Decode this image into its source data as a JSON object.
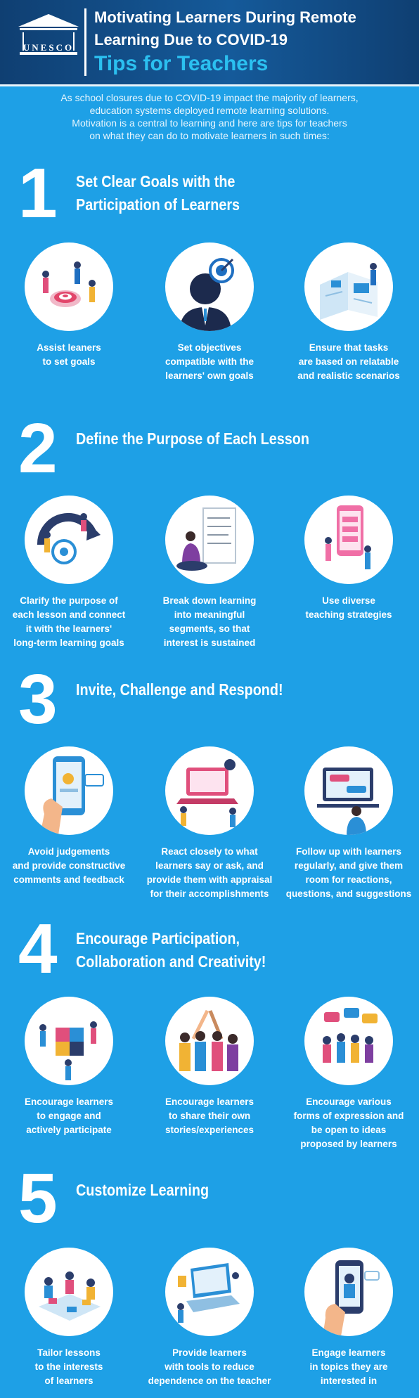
{
  "header": {
    "logo_text": "UNESCO",
    "title_line1": "Motivating Learners During Remote",
    "title_line2": "Learning Due to COVID-19",
    "subtitle": "Tips for Teachers"
  },
  "intro": [
    "As school closures due to COVID-19 impact the majority of learners,",
    "education systems deployed remote learning solutions.",
    "Motivation is a central to learning and here are tips for teachers",
    "on what they can do to motivate learners in such times:"
  ],
  "sections": [
    {
      "number": "1",
      "title": [
        "Set Clear Goals with the",
        "Participation of Learners"
      ],
      "items": [
        {
          "icon": "target-goals-icon",
          "caption": [
            "Assist leaners",
            "to set goals"
          ]
        },
        {
          "icon": "objective-person-icon",
          "caption": [
            "Set objectives",
            "compatible with the",
            "learners' own goals"
          ]
        },
        {
          "icon": "book-scenario-icon",
          "caption": [
            "Ensure that tasks",
            "are based on relatable",
            "and realistic scenarios"
          ]
        }
      ]
    },
    {
      "number": "2",
      "title": [
        "Define the Purpose of Each Lesson"
      ],
      "items": [
        {
          "icon": "goal-arrow-icon",
          "caption": [
            "Clarify the purpose of",
            "each lesson and connect",
            "it with the learners'",
            "long-term learning goals"
          ]
        },
        {
          "icon": "todo-list-icon",
          "caption": [
            "Break down learning",
            "into meaningful",
            "segments, so that",
            "interest is sustained"
          ]
        },
        {
          "icon": "strategy-phone-icon",
          "caption": [
            "Use diverse",
            "teaching strategies"
          ]
        }
      ]
    },
    {
      "number": "3",
      "title": [
        "Invite, Challenge and Respond!"
      ],
      "items": [
        {
          "icon": "phone-feedback-icon",
          "caption": [
            "Avoid judgements",
            "and provide constructive",
            "comments and feedback"
          ]
        },
        {
          "icon": "laptop-respond-icon",
          "caption": [
            "React closely to what",
            "learners say or ask, and",
            "provide them with appraisal",
            "for their accomplishments"
          ]
        },
        {
          "icon": "chat-followup-icon",
          "caption": [
            "Follow up with learners",
            "regularly, and give them",
            "room for reactions,",
            "questions, and suggestions"
          ]
        }
      ]
    },
    {
      "number": "4",
      "title": [
        "Encourage Participation,",
        "Collaboration and Creativity!"
      ],
      "items": [
        {
          "icon": "puzzle-team-icon",
          "caption": [
            "Encourage learners",
            "to engage and",
            "actively participate"
          ]
        },
        {
          "icon": "high-five-icon",
          "caption": [
            "Encourage learners",
            "to share their own",
            "stories/experiences"
          ]
        },
        {
          "icon": "group-ideas-icon",
          "caption": [
            "Encourage various",
            "forms of expression and",
            "be open to ideas",
            "proposed by learners"
          ]
        }
      ]
    },
    {
      "number": "5",
      "title": [
        "Customize Learning"
      ],
      "items": [
        {
          "icon": "study-group-icon",
          "caption": [
            "Tailor lessons",
            "to the interests",
            "of learners"
          ]
        },
        {
          "icon": "laptop-tools-icon",
          "caption": [
            "Provide learners",
            "with tools to reduce",
            "dependence on the teacher"
          ]
        },
        {
          "icon": "phone-interest-icon",
          "caption": [
            "Engage learners",
            "in topics they are",
            "interested in"
          ]
        }
      ]
    }
  ]
}
